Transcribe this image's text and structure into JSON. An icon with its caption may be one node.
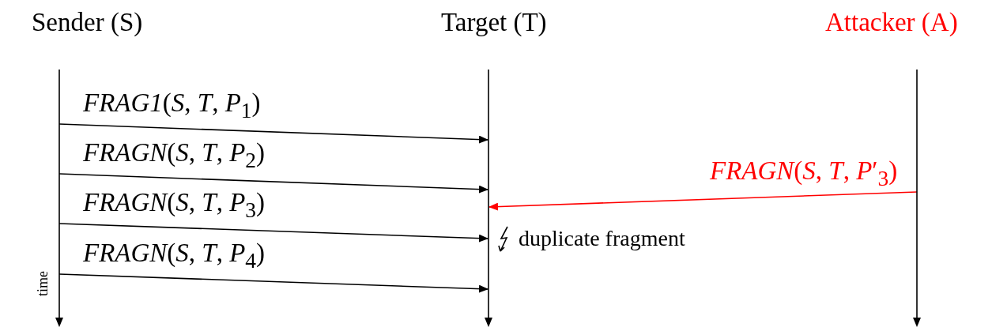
{
  "diagram": {
    "nodes": [
      {
        "text": [
          "Sender (S)"
        ]
      },
      {
        "text": [
          "Target (T)"
        ]
      },
      {
        "text": [
          "Attacker (A)"
        ]
      }
    ],
    "edges": [
      {
        "from": 0,
        "to": 1,
        "arrow": "to",
        "label": "*FRAG1*(*S*, *T*, *P*$_{1}$)"
      },
      {
        "from": 0,
        "to": 1,
        "arrow": "to",
        "label": "*FRAGN*(*S*, *T*, *P*$_{2}$)"
      },
      {
        "from": 0,
        "to": 1,
        "arrow": "to",
        "label": "*FRAGN*(*S*, *T*, *P*$_{3}$)"
      },
      {
        "from": 0,
        "to": 1,
        "arrow": "to",
        "label": "*FRAGN*(*S*, *T*, *P*$_{4}$)"
      },
      {
        "from": 2,
        "to": 1,
        "arrow": "to",
        "label": "*FRAGN*(*S*, *T*, *P*′$_{3}$)",
        "color": "#ff0000"
      }
    ],
    "labels": [
      "duplicate fragment",
      "time"
    ]
  }
}
